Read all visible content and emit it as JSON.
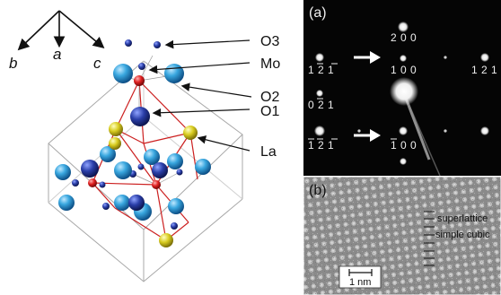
{
  "axes": {
    "b": "b",
    "a": "a",
    "c": "c"
  },
  "atom_labels": {
    "o3": "O3",
    "mo": "Mo",
    "o2": "O2",
    "o1": "O1",
    "la": "La"
  },
  "panel_a": {
    "label": "(a)",
    "spots": {
      "top": "2 0 0",
      "row1_left": "1 2 1",
      "row1_center": "1 0 0",
      "row1_right": "1 2 1",
      "row2_left": "0 2 1",
      "row3_left": "1 2 1",
      "row3_center": "1 0 0"
    }
  },
  "panel_b": {
    "label": "(b)",
    "annotation_top": "superlattice",
    "annotation_bottom": "simple cubic",
    "scale_bar": "1 nm"
  },
  "colors": {
    "mo": "#dd2020",
    "o_large": "#2fa8e0",
    "o_small": "#2040a8",
    "la": "#d8cc20",
    "bond": "#cc2020",
    "cell": "#b0b0b0"
  }
}
